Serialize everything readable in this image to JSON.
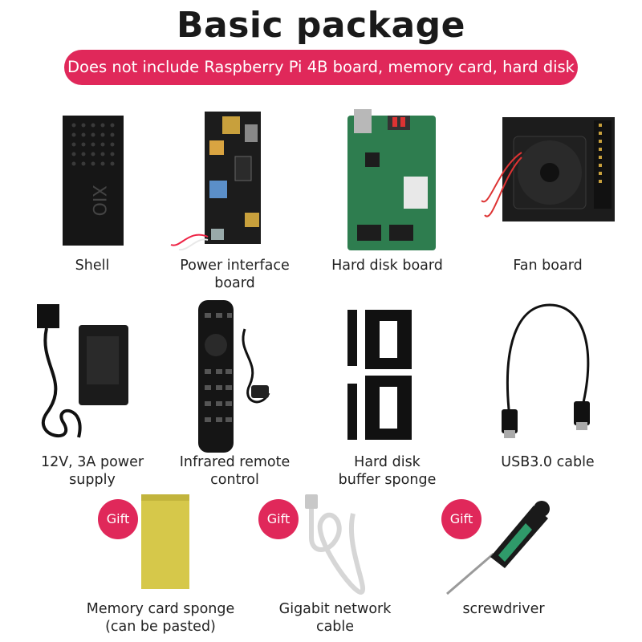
{
  "header": {
    "title": "Basic package",
    "subtitle": "Does not include Raspberry Pi 4B board, memory card, hard disk"
  },
  "items": [
    {
      "caption_line1": "Shell",
      "caption_line2": ""
    },
    {
      "caption_line1": "Power interface",
      "caption_line2": "board"
    },
    {
      "caption_line1": "Hard disk board",
      "caption_line2": ""
    },
    {
      "caption_line1": "Fan board",
      "caption_line2": ""
    },
    {
      "caption_line1": "12V, 3A power",
      "caption_line2": "supply"
    },
    {
      "caption_line1": "Infrared remote",
      "caption_line2": "control"
    },
    {
      "caption_line1": "Hard disk",
      "caption_line2": "buffer sponge"
    },
    {
      "caption_line1": "USB3.0 cable",
      "caption_line2": ""
    },
    {
      "caption_line1": "Memory card sponge",
      "caption_line2": "(can be pasted)",
      "badge": "Gift"
    },
    {
      "caption_line1": "Gigabit network",
      "caption_line2": "cable",
      "badge": "Gift"
    },
    {
      "caption_line1": "screwdriver",
      "caption_line2": "",
      "badge": "Gift"
    }
  ],
  "colors": {
    "accent": "#e0285a",
    "pcb_green": "#2e7d4f",
    "pcb_black": "#1c1c1c"
  }
}
